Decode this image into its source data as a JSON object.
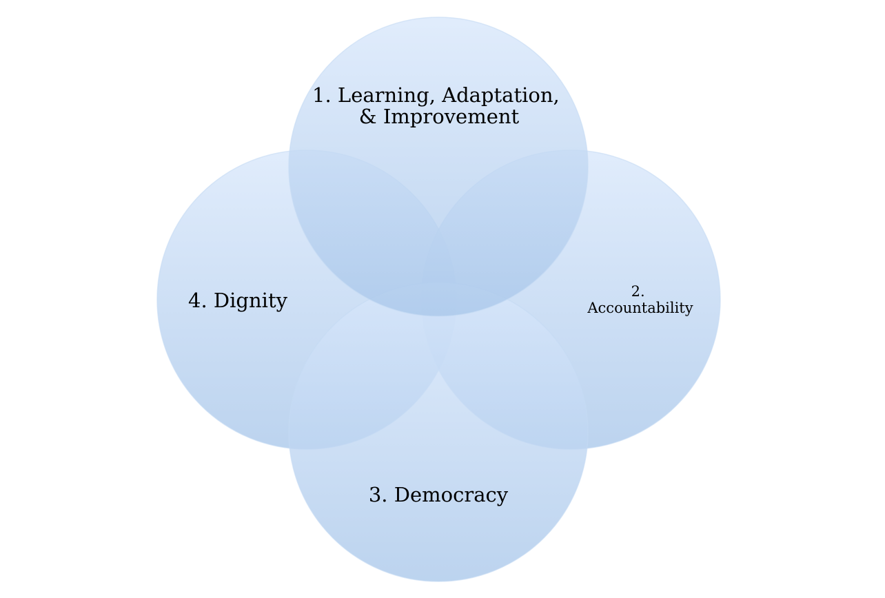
{
  "diagram": {
    "colors": {
      "circle_top": "#d8e7fb",
      "circle_bottom": "#a9c7ea",
      "circle_edge": "#c5daf3"
    },
    "circles": [
      {
        "id": "learning",
        "lines": [
          "1. Learning, Adaptation,",
          "& Improvement"
        ]
      },
      {
        "id": "accountability",
        "lines": [
          "2.",
          "Accountability"
        ]
      },
      {
        "id": "democracy",
        "lines": [
          "3. Democracy"
        ]
      },
      {
        "id": "dignity",
        "lines": [
          "4. Dignity"
        ]
      }
    ]
  }
}
